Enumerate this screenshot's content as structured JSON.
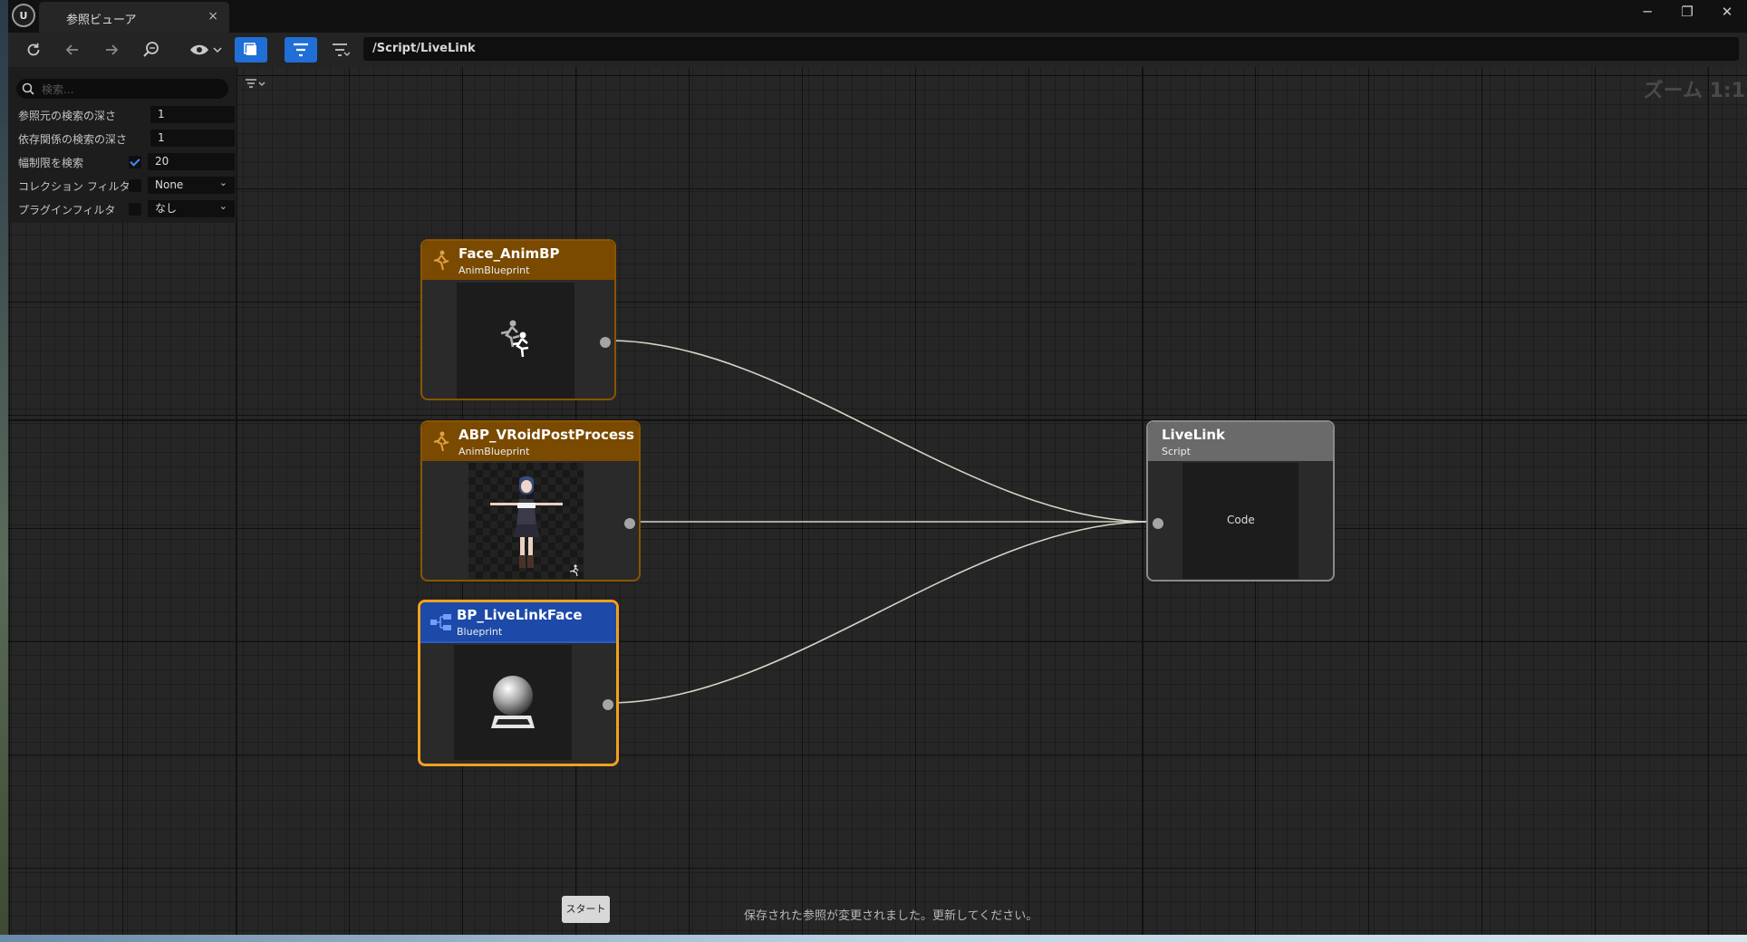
{
  "window": {
    "tab_title": "参照ビューア",
    "tab_close": "×",
    "logo": "U",
    "controls": {
      "minimize": "─",
      "maximize": "❐",
      "close": "✕"
    }
  },
  "toolbar": {
    "path": "/Script/LiveLink",
    "icons": [
      "refresh-icon",
      "back-arrow-icon",
      "forward-arrow-icon",
      "find-in-graph-icon",
      "eye-visibility-icon",
      "selection-mode-icon",
      "filter-icon",
      "filter-options-icon"
    ],
    "accent_color": "#1f6fd6"
  },
  "filters": {
    "search_placeholder": "検索...",
    "rows": [
      {
        "label": "参照元の検索の深さ",
        "value": "1"
      },
      {
        "label": "依存関係の検索の深さ",
        "value": "1"
      },
      {
        "label": "幅制限を検索",
        "checked": true,
        "value": "20"
      },
      {
        "label": "コレクション フィルタ",
        "checked": false,
        "value": "None"
      },
      {
        "label": "プラグインフィルタ",
        "checked": false,
        "value": "なし"
      }
    ]
  },
  "graph": {
    "zoom_label": "ズーム 1:1",
    "nodes": [
      {
        "title": "Face_AnimBP",
        "subtitle": "AnimBlueprint",
        "header_color": "#7a4a00",
        "icon": "anim-blueprint-icon",
        "thumbnail": "running-figures-icon"
      },
      {
        "title": "ABP_VRoidPostProcess",
        "subtitle": "AnimBlueprint",
        "header_color": "#7a4a00",
        "icon": "anim-blueprint-icon",
        "thumbnail": "character-tpose-thumbnail"
      },
      {
        "title": "BP_LiveLinkFace",
        "subtitle": "Blueprint",
        "header_color": "#1d4aa8",
        "icon": "blueprint-icon",
        "thumbnail": "sphere-on-pedestal-icon",
        "selected": true
      },
      {
        "title": "LiveLink",
        "subtitle": "Script",
        "header_color": "#6a6a6a",
        "center_label": "Code"
      }
    ]
  },
  "footer": {
    "start_button": "スタート",
    "status": "保存された参照が変更されました。更新してください。"
  }
}
